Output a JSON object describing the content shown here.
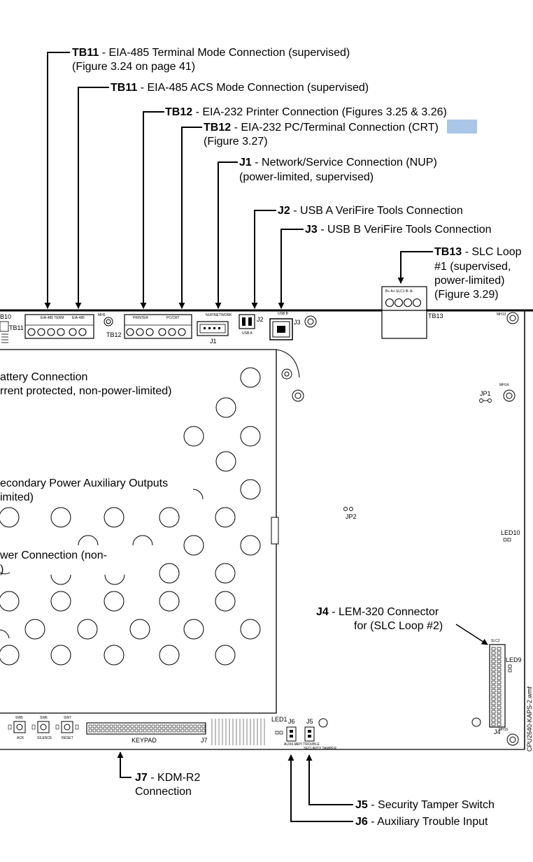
{
  "callouts": {
    "tb11_terminal": {
      "ref": "TB11",
      "desc": " - EIA-485 Terminal Mode Connection (supervised)",
      "line2": "(Figure 3.24 on page 41)"
    },
    "tb11_acs": {
      "ref": "TB11",
      "desc": " - EIA-485 ACS Mode Connection (supervised)"
    },
    "tb12_printer": {
      "ref": "TB12",
      "desc": " - EIA-232 Printer Connection (Figures 3.25 & 3.26)"
    },
    "tb12_pc": {
      "ref": "TB12",
      "desc": " - EIA-232 PC/Terminal Connection (",
      "hl": "CRT",
      "end": ")",
      "line2": "(Figure 3.27)"
    },
    "j1": {
      "ref": "J1",
      "desc": " - Network/Service Connection (NUP)",
      "line2": "(power-limited, supervised)"
    },
    "j2": {
      "ref": "J2",
      "desc": " - USB A VeriFire Tools Connection"
    },
    "j3": {
      "ref": "J3",
      "desc": " - USB B VeriFire Tools Connection"
    },
    "tb13": {
      "ref": "TB13",
      "desc": " - SLC Loop",
      "line2": "#1  (supervised,",
      "line3": "power-limited)",
      "line4": "(Figure 3.29)"
    },
    "battery": {
      "line1": "attery Connection",
      "line2": "rrent protected, non-power-limited)"
    },
    "secondary": {
      "line1": "econdary Power Auxiliary Outputs",
      "line2": "imited)"
    },
    "power": {
      "line1": "wer Connection (non-",
      "line2": ")"
    },
    "j4": {
      "ref": "J4",
      "desc": " - LEM-320 Connector",
      "line2": "for (SLC Loop #2)"
    },
    "j7": {
      "ref": "J7",
      "desc": " - KDM-R2",
      "line2": "Connection"
    },
    "j5": {
      "ref": "J5",
      "desc": " - Security Tamper Switch"
    },
    "j6": {
      "ref": "J6",
      "desc": " - Auxiliary Trouble Input"
    }
  },
  "board": {
    "tb10": "B10",
    "tb11": "TB11",
    "tb12": "TB12",
    "tb13": "TB13",
    "j1": "J1",
    "j2": "J2",
    "j3": "J3",
    "j4": "J4",
    "j5": "J5",
    "j6": "J6",
    "j7": "J7",
    "jp1": "JP1",
    "jp2": "JP2",
    "led1": "LED1",
    "led9": "LED9",
    "led10": "LED10",
    "keypad": "KEYPAD",
    "sw5": "SW5",
    "sw6": "SW6",
    "sw7": "SW7",
    "ack": "ACK",
    "silence": "SILENCE",
    "reset": "RESET",
    "mh13": "MH13",
    "mh14": "MH14",
    "mh15": "MH15",
    "mh5": "MH5",
    "slc2": "SLC2",
    "eia485_term": "EIA-485 TERM",
    "eia485_acs": "EIA-485",
    "printer": "PRINTER",
    "pccrt": "PC/CRT",
    "nup": "NUP/NETWORK",
    "usba": "USB A",
    "usbb": "USB B",
    "slc_terms": "B+  A+  SLC1  B-  A-",
    "aux_trouble": "AUXILIARY TROUBLE",
    "sec_tamper": "SECURITY TAMPER",
    "filename": "CPU2640-KAPS-2.wmf"
  }
}
